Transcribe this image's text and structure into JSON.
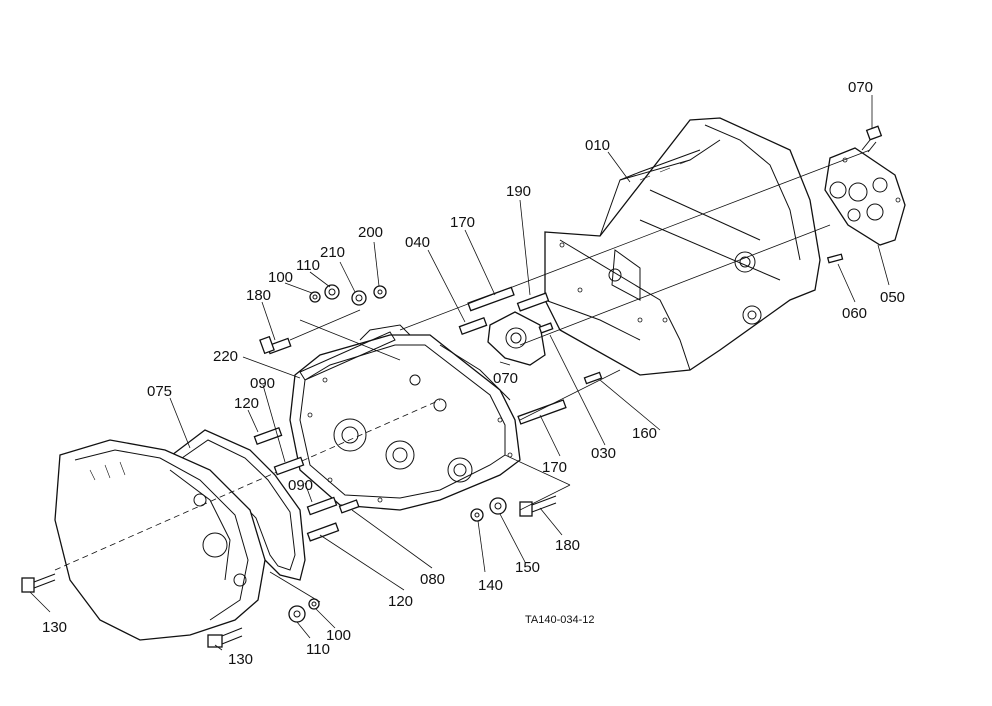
{
  "diagram": {
    "reference_code": "TA140-034-12",
    "labels": {
      "p010": "010",
      "p030": "030",
      "p040": "040",
      "p050": "050",
      "p060": "060",
      "p070_top": "070",
      "p070_mid": "070",
      "p075": "075",
      "p080": "080",
      "p090_a": "090",
      "p090_b": "090",
      "p100_a": "100",
      "p100_b": "100",
      "p110_a": "110",
      "p110_b": "110",
      "p120_a": "120",
      "p120_b": "120",
      "p130_a": "130",
      "p130_b": "130",
      "p140": "140",
      "p150": "150",
      "p160": "160",
      "p170_a": "170",
      "p170_b": "170",
      "p180_a": "180",
      "p180_b": "180",
      "p190": "190",
      "p200": "200",
      "p210": "210",
      "p220": "220"
    }
  }
}
